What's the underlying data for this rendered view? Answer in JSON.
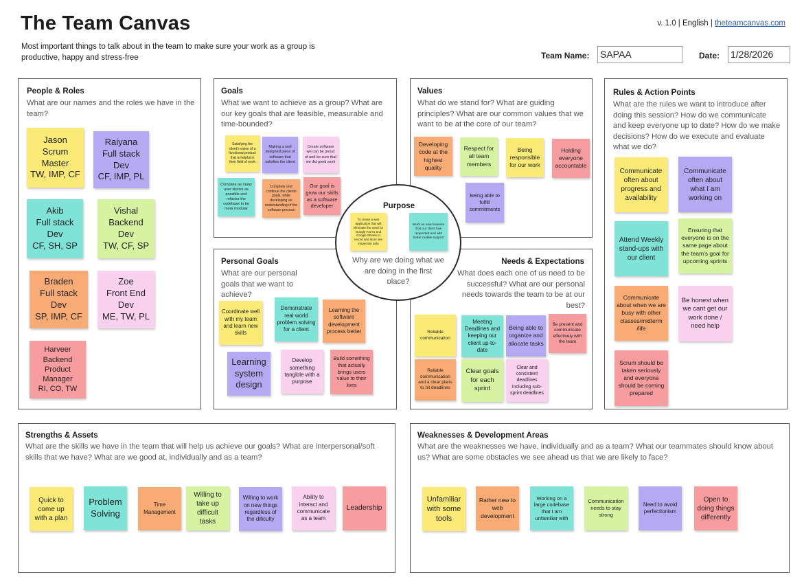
{
  "header": {
    "title": "The Team Canvas",
    "subtitle": "Most important things to talk about in the team to make sure your work as a group is productive, happy and stress-free",
    "version_lang": "v. 1.0 | English | ",
    "site_link": "theteamcanvas.com",
    "team_name_label": "Team Name:",
    "team_name_value": "SAPAA",
    "date_label": "Date:",
    "date_value": "1/28/2026"
  },
  "people_roles": {
    "title": "People & Roles",
    "desc": "What are our names and the roles we have in the team?",
    "notes": [
      {
        "text": "Jason\nScrum\nMaster\nTW, IMP, CF",
        "color": "yellow"
      },
      {
        "text": "Raiyana\nFull stack\nDev\nCF, IMP, PL",
        "color": "purple"
      },
      {
        "text": "Akib\nFull stack\nDev\nCF, SH, SP",
        "color": "teal"
      },
      {
        "text": "Vishal\nBackend\nDev\nTW, CF, SP",
        "color": "green"
      },
      {
        "text": "Braden\nFull stack\nDev\nSP, IMP, CF",
        "color": "orange"
      },
      {
        "text": "Zoe\nFront End\nDev\nME, TW, PL",
        "color": "pink"
      },
      {
        "text": "Harveer\nBackend\nProduct\nManager\nRI, CO, TW",
        "color": "red"
      }
    ]
  },
  "goals": {
    "title": "Goals",
    "desc": "What we want to achieve as a group? What are our key goals that are feasible, measurable and time-bounded?",
    "notes": [
      {
        "text": "Satisfying the client's vision of a functional product that is helpful in their field of work",
        "color": "yellow"
      },
      {
        "text": "Making a well designed piece of software that satisfies the client",
        "color": "purple"
      },
      {
        "text": "Create software we can be proud of and be sure that we did good work",
        "color": "pink"
      },
      {
        "text": "Complete as many user stories as possible and refactor the codebase to be more modular",
        "color": "teal"
      },
      {
        "text": "Complete and continue the clients goals, while developing an understanding of the software process",
        "color": "orange"
      },
      {
        "text": "Our goal is grow our skills as a software developer",
        "color": "red"
      }
    ]
  },
  "values": {
    "title": "Values",
    "desc": "What do we stand for? What are guiding principles? What are our common values that we want to be at the core of our team?",
    "notes": [
      {
        "text": "Developing code at the highest quality",
        "color": "orange"
      },
      {
        "text": "Respect for all team members",
        "color": "green"
      },
      {
        "text": "Being responsible for our work",
        "color": "yellow"
      },
      {
        "text": "Holding everyone accountable",
        "color": "red"
      },
      {
        "text": "Being able to fulfill commitments",
        "color": "purple"
      }
    ]
  },
  "rules": {
    "title": "Rules & Action Points",
    "desc": "What are the rules we want to introduce after doing this session? How do we communicate and keep everyone up to date? How do we make decisions? How do we execute and evaluate what we do?",
    "notes": [
      {
        "text": "Communicate often about progress and availability",
        "color": "yellow"
      },
      {
        "text": "Communicate often about what I am working on",
        "color": "purple"
      },
      {
        "text": "Attend Weekly stand-ups with our client",
        "color": "teal"
      },
      {
        "text": "Ensuring that everyone is on the same page about the team's goal for upcoming sprints",
        "color": "green"
      },
      {
        "text": "Communicate about when we are busy with other classes/midterm /life",
        "color": "orange"
      },
      {
        "text": "Be honest when we cant get our work done / need help",
        "color": "pink"
      },
      {
        "text": "Scrum should be taken seriously and everyone should be coming prepared",
        "color": "red"
      }
    ]
  },
  "purpose": {
    "title": "Purpose",
    "desc": "Why are we doing what we are doing in the first place?",
    "notes": [
      {
        "text": "To create a web application that will eliminate the need for Google Forms and Google Sheets to record and store site inspection data",
        "color": "yellow"
      },
      {
        "text": "Work on new features that our client has requested and add better mobile support",
        "color": "teal"
      }
    ]
  },
  "personal_goals": {
    "title": "Personal Goals",
    "desc": "What are our personal goals that we want to achieve?",
    "notes": [
      {
        "text": "Coordinate well with my team and learn new skills",
        "color": "yellow"
      },
      {
        "text": "Demonstrate real world problem solving for a client",
        "color": "teal"
      },
      {
        "text": "Learning the software development process better",
        "color": "orange"
      },
      {
        "text": "Learning system design",
        "color": "purple"
      },
      {
        "text": "Develop something tangible with a purpose",
        "color": "pink"
      },
      {
        "text": "Build something that actually brings users value to their lives",
        "color": "red"
      }
    ]
  },
  "needs": {
    "title": "Needs & Expectations",
    "desc": "What does each one of us need to be successful? What are our personal needs towards the team to be at our best?",
    "notes": [
      {
        "text": "Reliable communication",
        "color": "yellow"
      },
      {
        "text": "Meeting Deadlines and keeping our client up-to-date",
        "color": "teal"
      },
      {
        "text": "Being able to organize and allocate tasks",
        "color": "purple"
      },
      {
        "text": "Be present and communicate effectively with the team",
        "color": "red"
      },
      {
        "text": "Reliable communication and a clear plans to hit deadlines",
        "color": "orange"
      },
      {
        "text": "Clear goals for each sprint",
        "color": "green"
      },
      {
        "text": "Clear and consistent deadlines including sub-sprint deadlines",
        "color": "pink"
      }
    ]
  },
  "strengths": {
    "title": "Strengths & Assets",
    "desc": "What are the skills we have in the team that will help us achieve our goals? What are interpersonal/soft skills that we have? What are we good at, individually and as a team?",
    "notes": [
      {
        "text": "Quick to come up with a plan",
        "color": "yellow"
      },
      {
        "text": "Problem Solving",
        "color": "teal"
      },
      {
        "text": "Time Management",
        "color": "orange"
      },
      {
        "text": "Willing to take up difficult tasks",
        "color": "green"
      },
      {
        "text": "Willing to work on new things regardless of the dificulty",
        "color": "purple"
      },
      {
        "text": "Ability to interact and communicate as a team",
        "color": "pink"
      },
      {
        "text": "Leadership",
        "color": "red"
      }
    ]
  },
  "weaknesses": {
    "title": "Weaknesses & Development Areas",
    "desc": "What are the weaknesses we have, individually and as a team? What our teammates should know about us? What are some obstacles we see ahead us that we are likely to face?",
    "notes": [
      {
        "text": "Unfamiliar with some tools",
        "color": "yellow"
      },
      {
        "text": "Rather new to web development",
        "color": "orange"
      },
      {
        "text": "Working on a large codebase that I am unfamiliar with",
        "color": "teal"
      },
      {
        "text": "Communication needs to stay strong",
        "color": "green"
      },
      {
        "text": "Need to avoid perfectionism",
        "color": "purple"
      },
      {
        "text": "Open to doing things differently",
        "color": "red"
      }
    ]
  },
  "colors": {
    "yellow": "#fbeb76",
    "purple": "#b6a9f3",
    "teal": "#7fe3d8",
    "green": "#d6f3a1",
    "orange": "#f8ab74",
    "pink": "#fbd1f0",
    "red": "#f79da0",
    "link": "#2a5db0",
    "border": "#555555"
  }
}
